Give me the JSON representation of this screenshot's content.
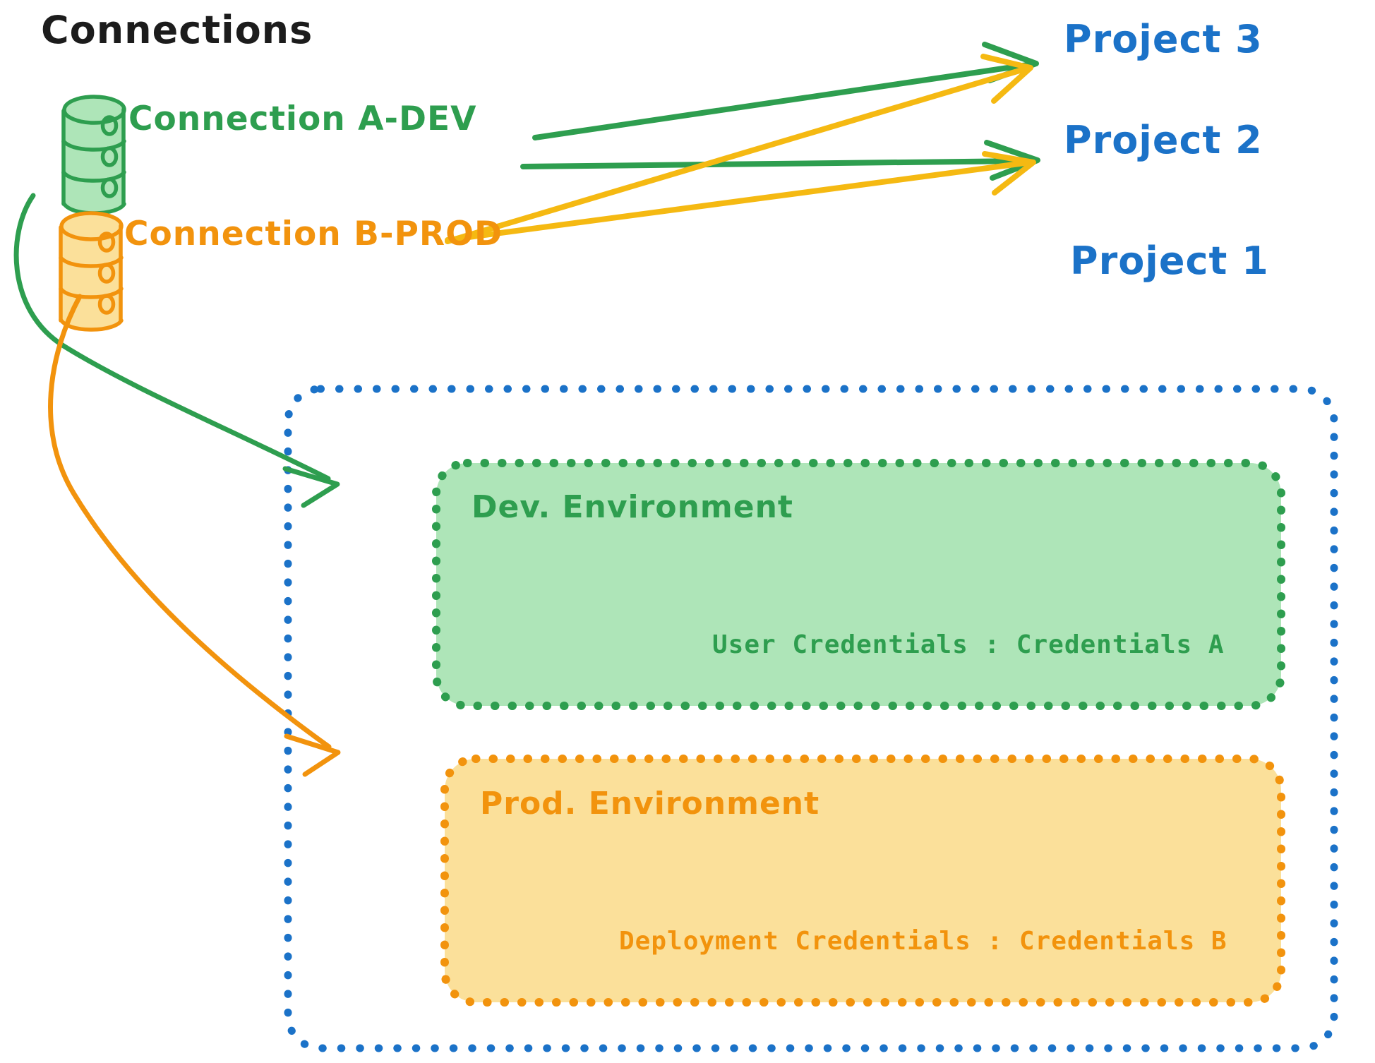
{
  "diagram": {
    "title": "Connections",
    "colors": {
      "green_stroke": "#2E9E4F",
      "green_fill": "#AEE5B8",
      "orange_stroke": "#F2930D",
      "orange_fill": "#FBE09A",
      "blue": "#1B72C8",
      "arrow_yellow": "#F5B912",
      "text_dark": "#1C1C1C"
    },
    "connections": [
      {
        "id": "a-dev",
        "label": "Connection A-DEV",
        "icon": "database-icon",
        "color": "#2E9E4F"
      },
      {
        "id": "b-prod",
        "label": "Connection B-PROD",
        "icon": "database-icon",
        "color": "#F2930D"
      }
    ],
    "projects": [
      {
        "id": "p3",
        "label": "Project 3"
      },
      {
        "id": "p2",
        "label": "Project 2"
      },
      {
        "id": "p1",
        "label": "Project 1"
      }
    ],
    "environments": [
      {
        "id": "dev",
        "title": "Dev. Environment",
        "credential_label": "User Credentials",
        "credential_separator": ":",
        "credential_value": "Credentials A",
        "credential_line": "User Credentials : Credentials A",
        "color": "#2E9E4F",
        "fill": "#AEE5B8"
      },
      {
        "id": "prod",
        "title": "Prod. Environment",
        "credential_label": "Deployment Credentials",
        "credential_separator": ":",
        "credential_value": "Credentials B",
        "credential_line": "Deployment Credentials : Credentials B",
        "color": "#F2930D",
        "fill": "#FBE09A"
      }
    ],
    "edges": [
      {
        "from": "a-dev",
        "to": "p3",
        "color": "#2E9E4F",
        "style": "straight"
      },
      {
        "from": "a-dev",
        "to": "p2",
        "color": "#2E9E4F",
        "style": "straight"
      },
      {
        "from": "b-prod",
        "to": "p3",
        "color": "#F5B912",
        "style": "straight"
      },
      {
        "from": "b-prod",
        "to": "p2",
        "color": "#F5B912",
        "style": "straight"
      },
      {
        "from": "a-dev",
        "to": "dev",
        "color": "#2E9E4F",
        "style": "curved"
      },
      {
        "from": "b-prod",
        "to": "prod",
        "color": "#F2930D",
        "style": "curved"
      }
    ]
  }
}
